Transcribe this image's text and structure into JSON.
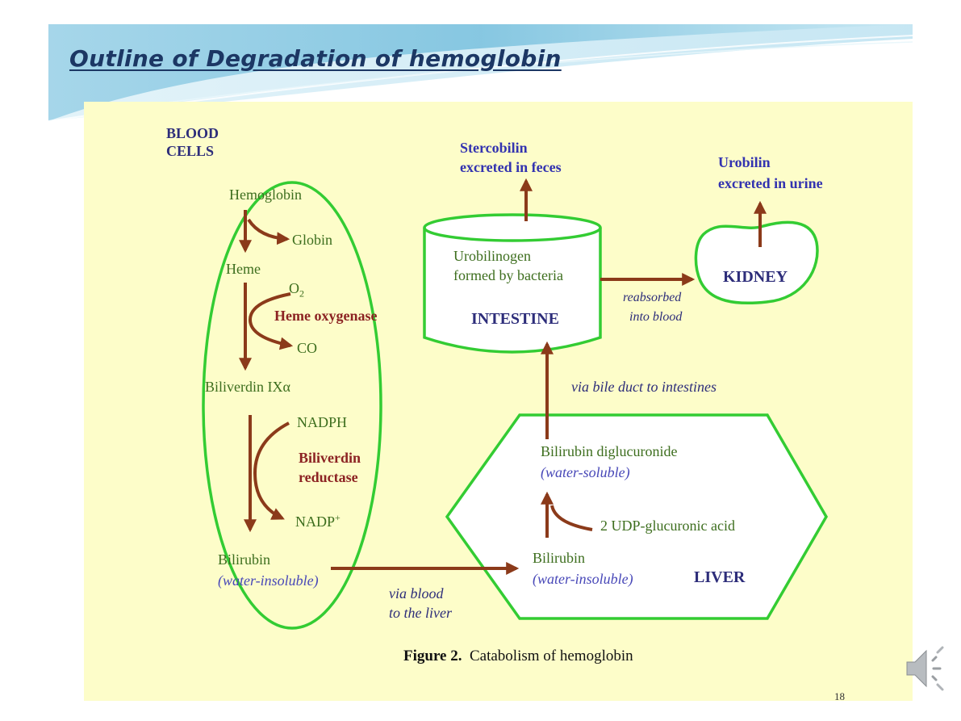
{
  "slide": {
    "title": "Outline of Degradation of hemoglobin",
    "page_number": "18"
  },
  "diagram": {
    "compartments": {
      "blood_cells": "BLOOD\nCELLS",
      "intestine": "INTESTINE",
      "kidney": "KIDNEY",
      "liver": "LIVER"
    },
    "blood_cells": {
      "hemoglobin": "Hemoglobin",
      "globin": "Globin",
      "heme": "Heme",
      "o2": "O",
      "o2_sub": "2",
      "heme_oxygenase": "Heme oxygenase",
      "co": "CO",
      "biliverdin": "Biliverdin IXα",
      "nadph": "NADPH",
      "biliverdin_reductase_1": "Biliverdin",
      "biliverdin_reductase_2": "reductase",
      "nadp": "NADP",
      "nadp_sup": "+",
      "bilirubin": "Bilirubin",
      "water_insoluble": "water-insoluble"
    },
    "transport": {
      "via_blood_1": "via blood",
      "via_blood_2": "to the liver",
      "via_bile": "via bile duct to intestines",
      "reabsorbed_1": "reabsorbed",
      "reabsorbed_2": "into blood"
    },
    "liver": {
      "bilirubin": "Bilirubin",
      "water_insoluble": "water-insoluble",
      "udp": "2 UDP-glucuronic acid",
      "diglucuronide": "Bilirubin diglucuronide",
      "water_soluble": "water-soluble"
    },
    "intestine": {
      "urobilinogen_1": "Urobilinogen",
      "urobilinogen_2": "formed by bacteria"
    },
    "excretion": {
      "stercobilin_1": "Stercobilin",
      "stercobilin_2": "excreted in feces",
      "urobilin_1": "Urobilin",
      "urobilin_2": "excreted in urine"
    },
    "caption_label": "Figure 2.",
    "caption_text": "Catabolism of hemoglobin"
  },
  "colors": {
    "panel_background": "#fdfdc9",
    "outline_green": "#33cc33",
    "arrow_brown": "#8b3a1a",
    "metabolite_green": "#3d6e1e",
    "enzyme_maroon": "#8c2323",
    "excretion_blue": "#3333b0",
    "title_navy": "#1c3764"
  },
  "icons": {
    "speaker": "speaker-icon"
  }
}
